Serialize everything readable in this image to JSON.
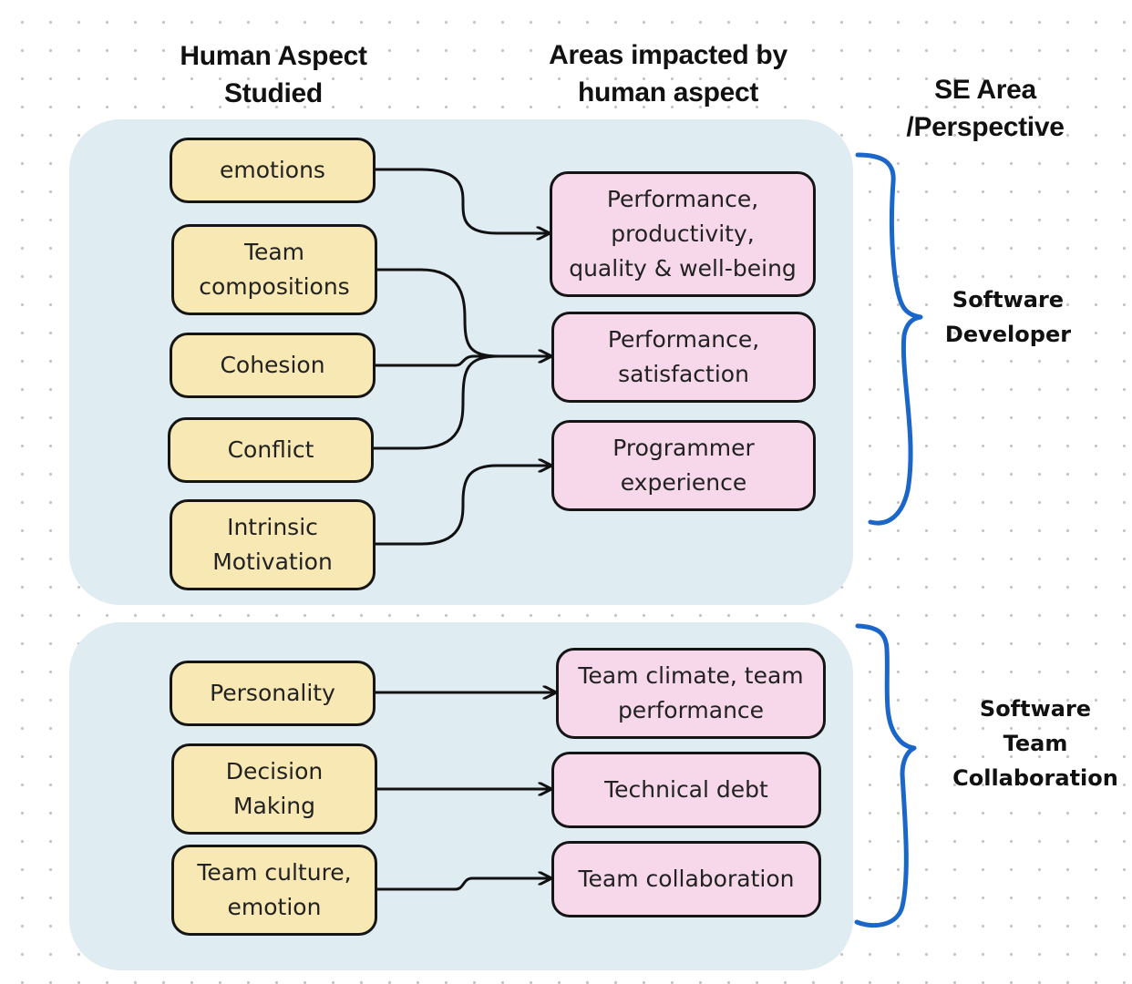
{
  "headers": {
    "human_aspect": [
      "Human Aspect",
      "Studied"
    ],
    "areas_impacted": [
      "Areas impacted by",
      "human aspect"
    ],
    "se_area": [
      "SE Area",
      "/Perspective"
    ]
  },
  "groups": [
    {
      "perspective": [
        "Software",
        "Developer"
      ],
      "aspects": [
        [
          "emotions"
        ],
        [
          "Team",
          "compositions"
        ],
        [
          "Cohesion"
        ],
        [
          "Conflict"
        ],
        [
          "Intrinsic",
          "Motivation"
        ]
      ],
      "areas": [
        [
          "Performance,",
          "productivity,",
          "quality & well-being"
        ],
        [
          "Performance,",
          "satisfaction"
        ],
        [
          "Programmer",
          "experience"
        ]
      ]
    },
    {
      "perspective": [
        "Software",
        "Team",
        "Collaboration"
      ],
      "aspects": [
        [
          "Personality"
        ],
        [
          "Decision",
          "Making"
        ],
        [
          "Team culture,",
          "emotion"
        ]
      ],
      "areas": [
        [
          "Team climate, team",
          "performance"
        ],
        [
          "Technical debt"
        ],
        [
          "Team collaboration"
        ]
      ]
    }
  ],
  "colors": {
    "panel": "#dfecf2",
    "aspect_box": "#f8e8b4",
    "area_box": "#f7d8ea",
    "brace": "#1a66c9",
    "connector": "#111111"
  }
}
